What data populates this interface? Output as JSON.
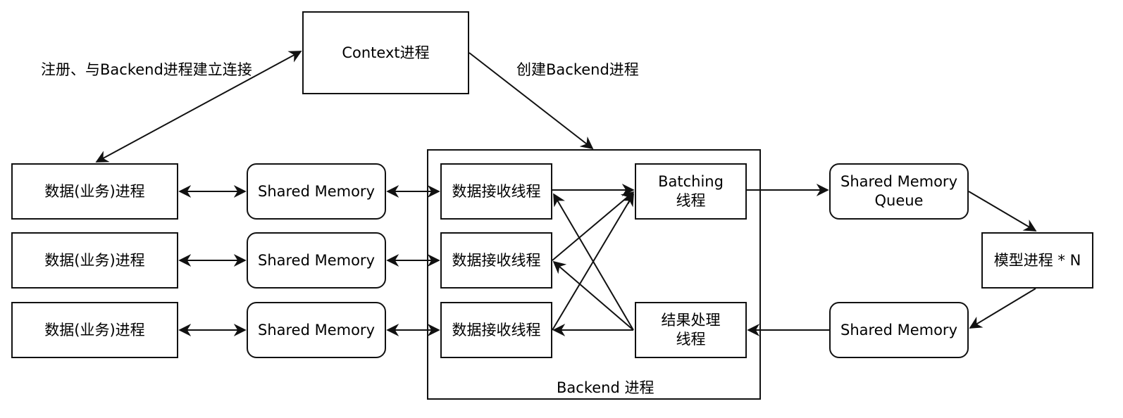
{
  "context": {
    "label": "Context进程"
  },
  "edges": {
    "register": "注册、与Backend进程建立连接",
    "create": "创建Backend进程"
  },
  "backend": {
    "label": "Backend 进程"
  },
  "clients": [
    {
      "label": "数据(业务)进程"
    },
    {
      "label": "数据(业务)进程"
    },
    {
      "label": "数据(业务)进程"
    }
  ],
  "shared_memories": [
    {
      "label": "Shared Memory"
    },
    {
      "label": "Shared Memory"
    },
    {
      "label": "Shared Memory"
    }
  ],
  "receivers": [
    {
      "label": "数据接收线程"
    },
    {
      "label": "数据接收线程"
    },
    {
      "label": "数据接收线程"
    }
  ],
  "batching": {
    "label": "Batching\n线程"
  },
  "result": {
    "label": "结果处理\n线程"
  },
  "queue": {
    "label": "Shared Memory\nQueue"
  },
  "model": {
    "label": "模型进程 * N"
  },
  "result_shm": {
    "label": "Shared Memory"
  },
  "style": {
    "stroke": "#111111",
    "background": "#ffffff"
  }
}
